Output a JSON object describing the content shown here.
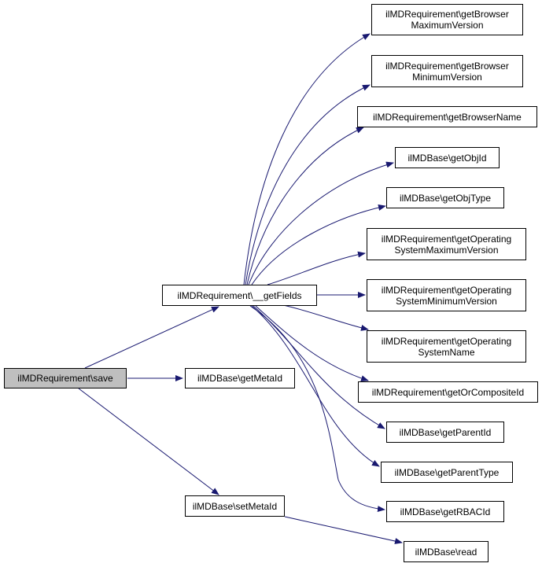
{
  "nodes": {
    "save": {
      "lines": [
        "ilMDRequirement\\save"
      ]
    },
    "getFields": {
      "lines": [
        "ilMDRequirement\\__getFields"
      ]
    },
    "getMetaId": {
      "lines": [
        "ilMDBase\\getMetaId"
      ]
    },
    "setMetaId": {
      "lines": [
        "ilMDBase\\setMetaId"
      ]
    },
    "read": {
      "lines": [
        "ilMDBase\\read"
      ]
    },
    "getBrowserMaximumVersion": {
      "lines": [
        "ilMDRequirement\\getBrowser",
        "MaximumVersion"
      ]
    },
    "getBrowserMinimumVersion": {
      "lines": [
        "ilMDRequirement\\getBrowser",
        "MinimumVersion"
      ]
    },
    "getBrowserName": {
      "lines": [
        "ilMDRequirement\\getBrowserName"
      ]
    },
    "getObjId": {
      "lines": [
        "ilMDBase\\getObjId"
      ]
    },
    "getObjType": {
      "lines": [
        "ilMDBase\\getObjType"
      ]
    },
    "getOperatingSystemMaximumVersion": {
      "lines": [
        "ilMDRequirement\\getOperating",
        "SystemMaximumVersion"
      ]
    },
    "getOperatingSystemMinimumVersion": {
      "lines": [
        "ilMDRequirement\\getOperating",
        "SystemMinimumVersion"
      ]
    },
    "getOperatingSystemName": {
      "lines": [
        "ilMDRequirement\\getOperating",
        "SystemName"
      ]
    },
    "getOrCompositeId": {
      "lines": [
        "ilMDRequirement\\getOrCompositeId"
      ]
    },
    "getParentId": {
      "lines": [
        "ilMDBase\\getParentId"
      ]
    },
    "getParentType": {
      "lines": [
        "ilMDBase\\getParentType"
      ]
    },
    "getRBACId": {
      "lines": [
        "ilMDBase\\getRBACId"
      ]
    }
  },
  "colors": {
    "edge": "#191970",
    "root_fill": "#bfbfbf",
    "node_border": "#000000"
  }
}
